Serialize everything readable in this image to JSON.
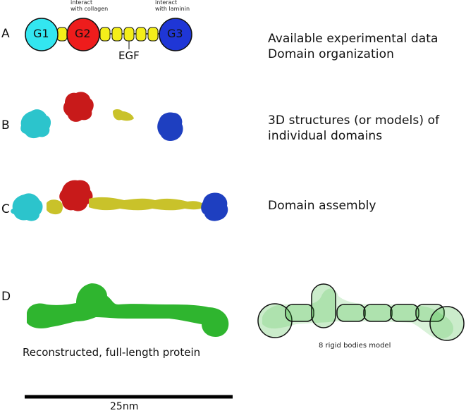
{
  "panels": {
    "A": {
      "letter": "A",
      "domains": [
        {
          "label": "G1",
          "color": "#33e6f0"
        },
        {
          "label": "G2",
          "color": "#ee1c1c"
        },
        {
          "label": "G3",
          "color": "#1f36d6"
        }
      ],
      "egf_color": "#f4ee1a",
      "annotation_g2": [
        "interact",
        "with collagen"
      ],
      "annotation_g3": [
        "interact",
        "with laminin"
      ],
      "egf_label": "EGF",
      "description": [
        "Available experimental data",
        "Domain organization"
      ]
    },
    "B": {
      "letter": "B",
      "description": [
        "3D structures (or models) of",
        "individual domains"
      ]
    },
    "C": {
      "letter": "C",
      "description": [
        "Domain assembly"
      ]
    },
    "D": {
      "letter": "D",
      "caption_left": "Reconstructed, full-length protein",
      "caption_right": "8 rigid bodies model"
    }
  },
  "scale_bar": {
    "label": "25nm"
  },
  "colors": {
    "cyan_domain": "#2cc4cc",
    "red_domain": "#c81a1a",
    "yellow_domain": "#c9c22a",
    "blue_domain": "#1e3fc0",
    "green_protein": "#2fb52f"
  }
}
